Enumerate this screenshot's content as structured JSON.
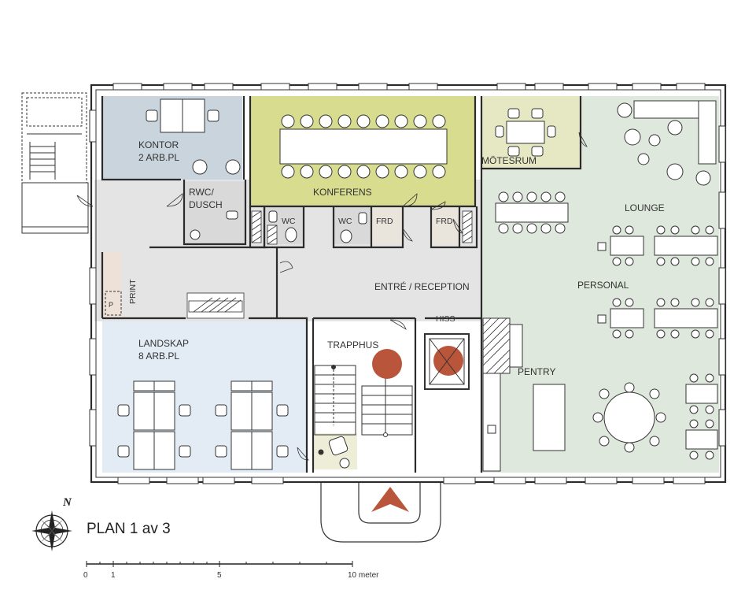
{
  "plan_title": "PLAN 1 av 3",
  "north_label": "N",
  "rooms": {
    "kontor": {
      "name": "KONTOR",
      "sub": "2 ARB.PL"
    },
    "rwc": {
      "line1": "RWC/",
      "line2": "DUSCH"
    },
    "konferens": "KONFERENS",
    "motesrum": "MÖTESRUM",
    "lounge": "LOUNGE",
    "personal": "PERSONAL",
    "wc1": "WC",
    "wc2": "WC",
    "frd1": "FRD",
    "frd2": "FRD",
    "entre": "ENTRÉ / RECEPTION",
    "print": "PRINT",
    "landskap": {
      "name": "LANDSKAP",
      "sub": "8 ARB.PL"
    },
    "trapphus": "TRAPPHUS",
    "hiss": "HISS",
    "pentry": "PENTRY"
  },
  "scale": {
    "ticks": [
      "0",
      "1",
      "5",
      "10 meter"
    ]
  },
  "colors": {
    "kontor": "#c9d4dc",
    "konferens": "#d7dc8f",
    "motesrum": "#e6e8c4",
    "personal": "#dfe8dc",
    "corridor": "#e4e4e4",
    "landskap": "#e3ecf4",
    "wetroom": "#d9d9d9",
    "accent": "#b9553a"
  }
}
